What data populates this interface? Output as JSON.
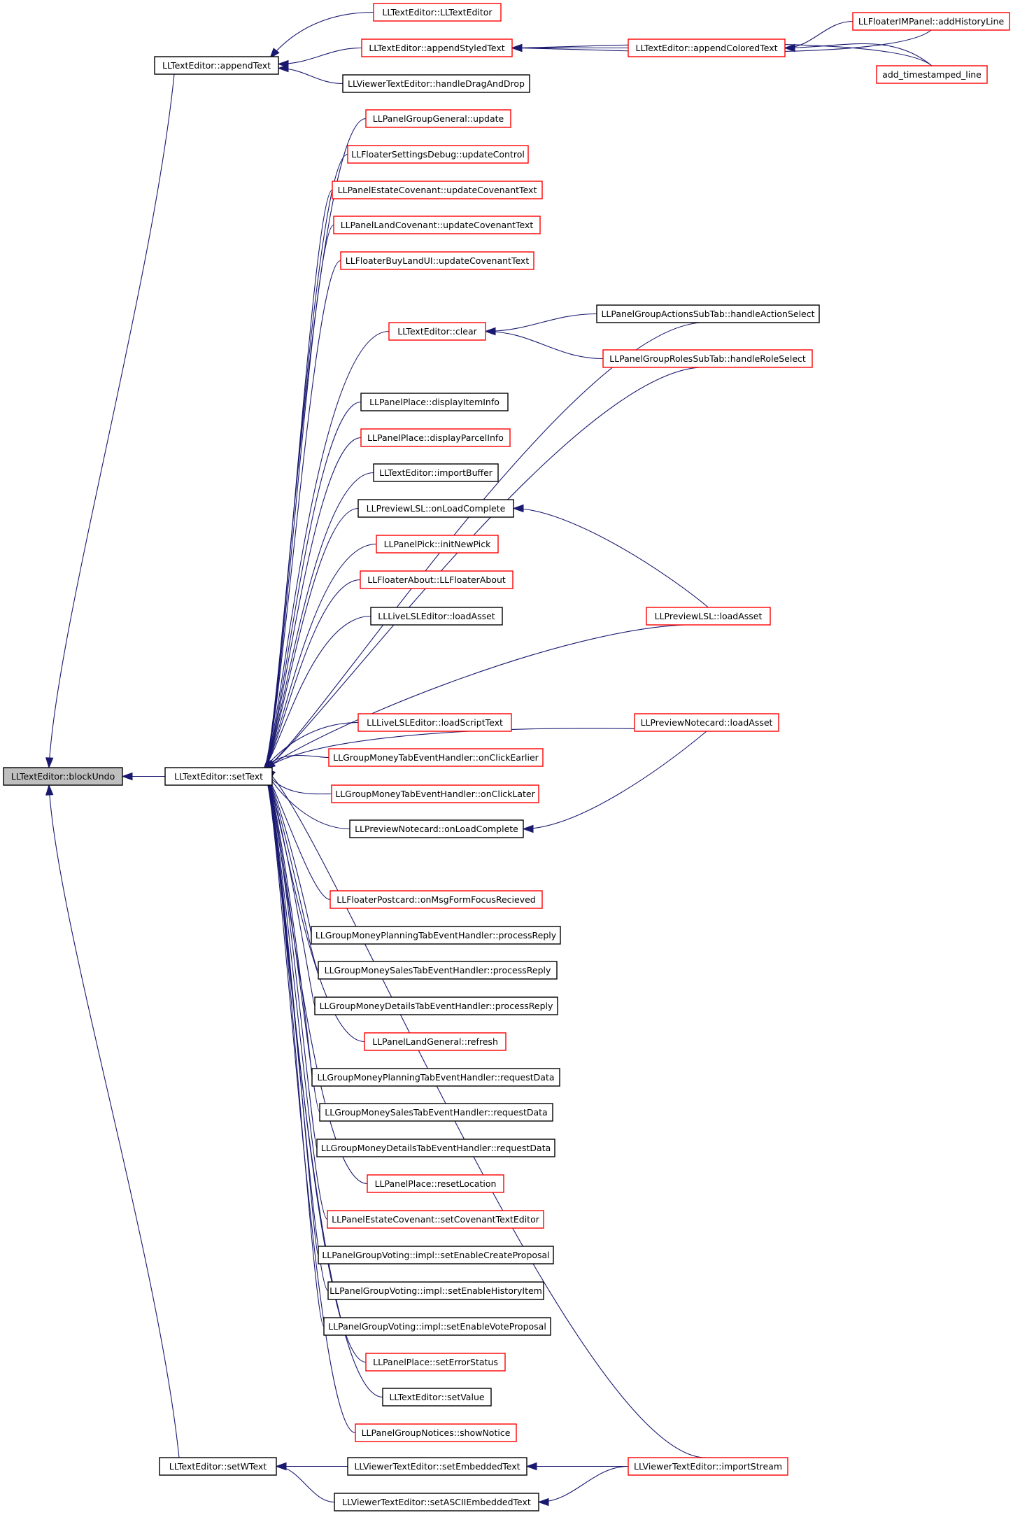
{
  "nodes": {
    "blockUndo": "LLTextEditor::blockUndo",
    "appendText": "LLTextEditor::appendText",
    "setText": "LLTextEditor::setText",
    "setWText": "LLTextEditor::setWText",
    "ctor": "LLTextEditor::LLTextEditor",
    "appendStyledText": "LLTextEditor::appendStyledText",
    "handleDragAndDrop": "LLViewerTextEditor::handleDragAndDrop",
    "appendColoredText": "LLTextEditor::appendColoredText",
    "addHistoryLine": "LLFloaterIMPanel::addHistoryLine",
    "addTimestampedLine": "add_timestamped_line",
    "pggUpdate": "LLPanelGroupGeneral::update",
    "fsdUpdateControl": "LLFloaterSettingsDebug::updateControl",
    "pecUpdateCovenant": "LLPanelEstateCovenant::updateCovenantText",
    "plcUpdateCovenant": "LLPanelLandCovenant::updateCovenantText",
    "fbluUpdateCovenant": "LLFloaterBuyLandUI::updateCovenantText",
    "clear": "LLTextEditor::clear",
    "handleActionSelect": "LLPanelGroupActionsSubTab::handleActionSelect",
    "handleRoleSelect": "LLPanelGroupRolesSubTab::handleRoleSelect",
    "displayItemInfo": "LLPanelPlace::displayItemInfo",
    "displayParcelInfo": "LLPanelPlace::displayParcelInfo",
    "importBuffer": "LLTextEditor::importBuffer",
    "plslOnLoadComplete": "LLPreviewLSL::onLoadComplete",
    "initNewPick": "LLPanelPick::initNewPick",
    "floaterAbout": "LLFloaterAbout::LLFloaterAbout",
    "liveLoadAsset": "LLLiveLSLEditor::loadAsset",
    "plslLoadAsset": "LLPreviewLSL::loadAsset",
    "loadScriptText": "LLLiveLSLEditor::loadScriptText",
    "notecardLoadAsset": "LLPreviewNotecard::loadAsset",
    "onClickEarlier": "LLGroupMoneyTabEventHandler::onClickEarlier",
    "onClickLater": "LLGroupMoneyTabEventHandler::onClickLater",
    "notecardOnLoadComplete": "LLPreviewNotecard::onLoadComplete",
    "onMsgFormFocus": "LLFloaterPostcard::onMsgFormFocusRecieved",
    "planningProcessReply": "LLGroupMoneyPlanningTabEventHandler::processReply",
    "salesProcessReply": "LLGroupMoneySalesTabEventHandler::processReply",
    "detailsProcessReply": "LLGroupMoneyDetailsTabEventHandler::processReply",
    "landGeneralRefresh": "LLPanelLandGeneral::refresh",
    "planningRequestData": "LLGroupMoneyPlanningTabEventHandler::requestData",
    "salesRequestData": "LLGroupMoneySalesTabEventHandler::requestData",
    "detailsRequestData": "LLGroupMoneyDetailsTabEventHandler::requestData",
    "resetLocation": "LLPanelPlace::resetLocation",
    "setCovenantTextEditor": "LLPanelEstateCovenant::setCovenantTextEditor",
    "setEnableCreateProposal": "LLPanelGroupVoting::impl::setEnableCreateProposal",
    "setEnableHistoryItem": "LLPanelGroupVoting::impl::setEnableHistoryItem",
    "setEnableVoteProposal": "LLPanelGroupVoting::impl::setEnableVoteProposal",
    "setErrorStatus": "LLPanelPlace::setErrorStatus",
    "setValue": "LLTextEditor::setValue",
    "showNotice": "LLPanelGroupNotices::showNotice",
    "setEmbeddedText": "LLViewerTextEditor::setEmbeddedText",
    "importStream": "LLViewerTextEditor::importStream",
    "setASCIIEmbeddedText": "LLViewerTextEditor::setASCIIEmbeddedText"
  },
  "colors": {
    "edge": "#191970",
    "root_fill": "#bfbfbf",
    "border_default": "#000000",
    "border_incomplete": "#ff0000"
  }
}
